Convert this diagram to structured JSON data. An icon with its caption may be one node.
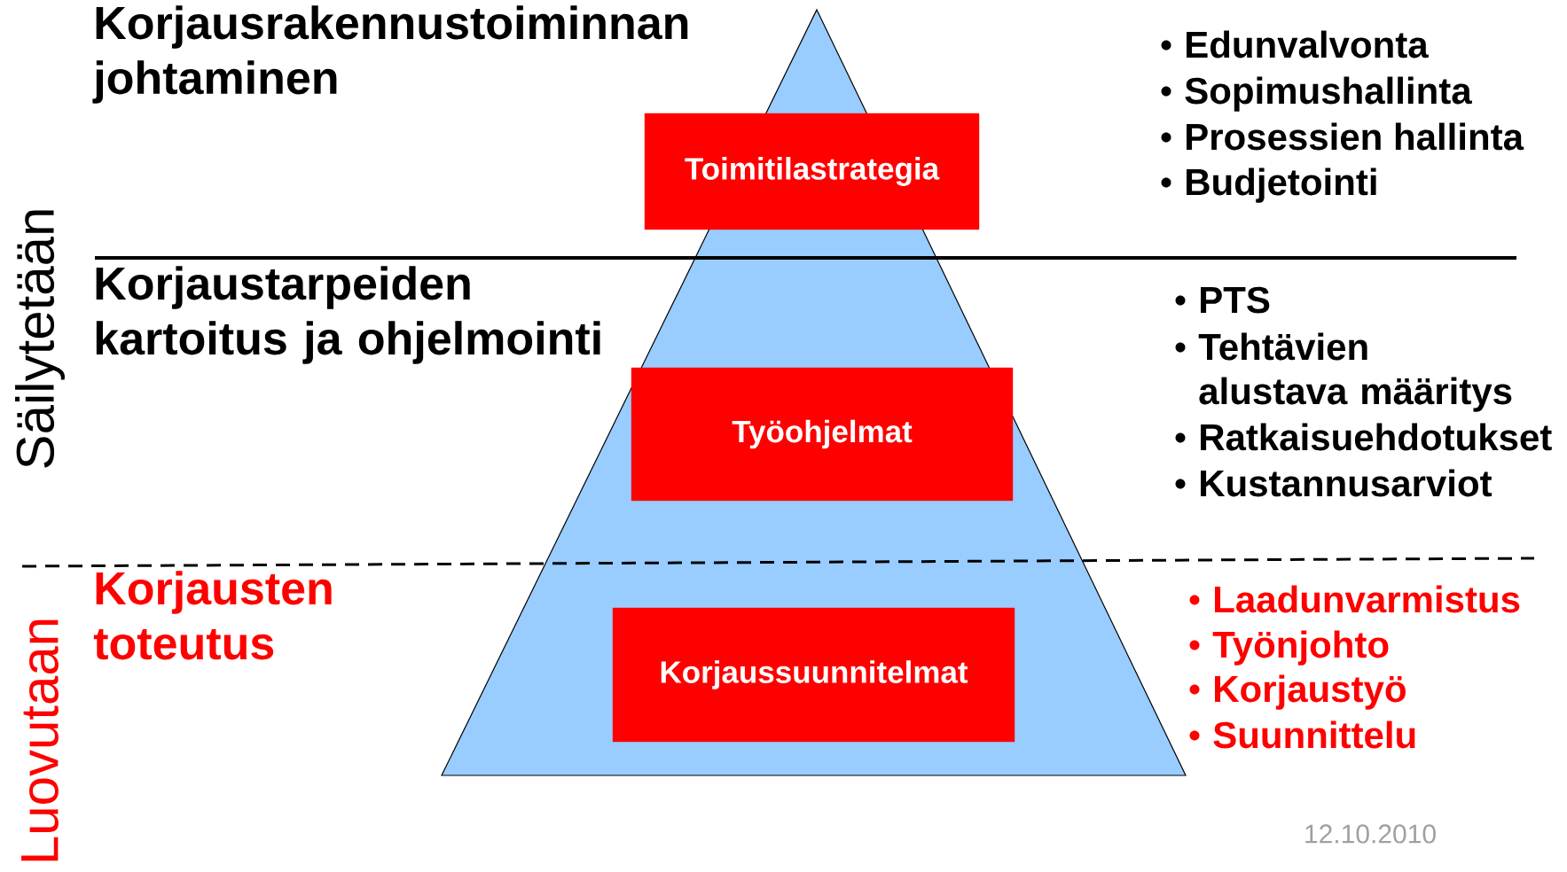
{
  "diagram": {
    "nodes": [
      {
        "text": [
          "Toimitilastrategia"
        ]
      },
      {
        "text": [
          "Työohjelmat"
        ]
      },
      {
        "text": [
          "Korjaussuunnitelmat"
        ]
      }
    ],
    "labels": [
      "Korjausrakennustoiminnan johtaminen",
      "Edunvalvonta",
      "Sopimushallinta",
      "Prosessien hallinta",
      "Budjetointi",
      "Korjaustarpeiden kartoitus ja ohjelmointi",
      "PTS",
      "Tehtävien alustava määritys",
      "Ratkaisuehdotukset",
      "Kustannusarviot",
      "Säilytetään",
      "Korjausten toteutus",
      "Laadunvarmistus",
      "Työnjohto",
      "Korjaustyö",
      "Suunnittelu",
      "Luovutaan",
      "12.10.2010"
    ]
  }
}
